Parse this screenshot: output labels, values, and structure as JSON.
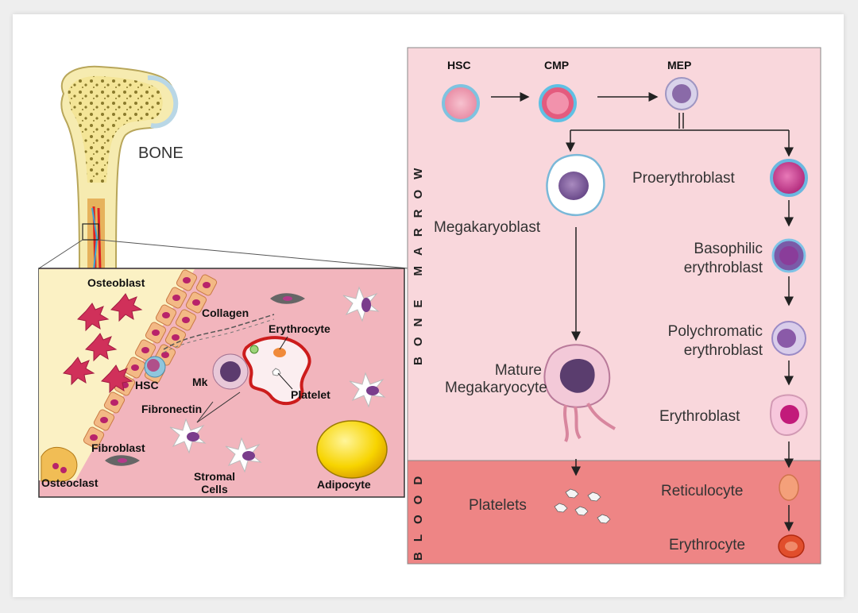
{
  "bone_label": "BONE",
  "niche": {
    "osteoblast": "Osteoblast",
    "collagen": "Collagen",
    "erythrocyte": "Erythrocyte",
    "hsc": "HSC",
    "mk": "Mk",
    "platelet": "Platelet",
    "fibronectin": "Fibronectin",
    "fibroblast": "Fibroblast",
    "osteoclast": "Osteoclast",
    "stromal_cells": "Stromal\nCells",
    "adipocyte": "Adipocyte"
  },
  "sections": {
    "bone_marrow": "BONE MARROW",
    "blood": "BLOOD"
  },
  "progenitors": {
    "hsc": "HSC",
    "cmp": "CMP",
    "mep": "MEP"
  },
  "megakaryocyte_lineage": {
    "megakaryoblast": "Megakaryoblast",
    "mature": "Mature\nMegakaryocyte",
    "platelets": "Platelets"
  },
  "erythroid_lineage": {
    "proerythroblast": "Proerythroblast",
    "basophilic": "Basophilic\nerythroblast",
    "polychromatic": "Polychromatic\nerythroblast",
    "erythroblast": "Erythroblast",
    "reticulocyte": "Reticulocyte",
    "erythrocyte": "Erythrocyte"
  },
  "colors": {
    "marrow_bg": "#f9d7dc",
    "blood_bg": "#ee8585",
    "niche_bg": "#f2b5bd",
    "bone_yellow": "#f6e9a6",
    "osteoblast_orange": "#f3b985",
    "nucleus_purple": "#7a3d8c"
  }
}
